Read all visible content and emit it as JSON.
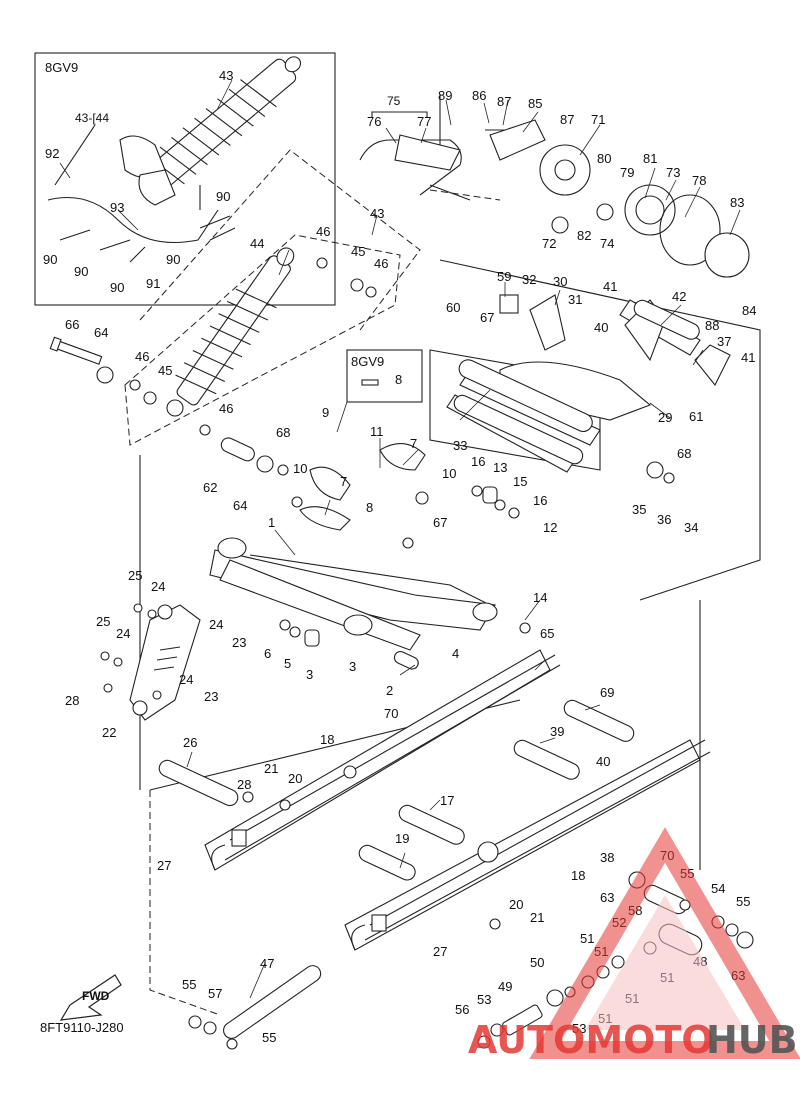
{
  "diagram": {
    "inset_code": "8GV9",
    "sub_code": "8GV9",
    "figure_ref": "8FT9110-J280",
    "fwd_label": "FWD",
    "bracket_label_75": "75",
    "label_43_44": "43-[44"
  },
  "watermark": {
    "part1": "AUTOMOTO",
    "part2": "HUB",
    "color_red": "#e53935",
    "color_gray": "#555555"
  },
  "callouts": [
    {
      "id": "c43a",
      "text": "43"
    },
    {
      "id": "c92",
      "text": "92"
    },
    {
      "id": "c93",
      "text": "93"
    },
    {
      "id": "c90a",
      "text": "90"
    },
    {
      "id": "c90b",
      "text": "90"
    },
    {
      "id": "c90c",
      "text": "90"
    },
    {
      "id": "c90d",
      "text": "90"
    },
    {
      "id": "c90e",
      "text": "90"
    },
    {
      "id": "c91",
      "text": "91"
    },
    {
      "id": "c76",
      "text": "76"
    },
    {
      "id": "c77",
      "text": "77"
    },
    {
      "id": "c89",
      "text": "89"
    },
    {
      "id": "c86",
      "text": "86"
    },
    {
      "id": "c87a",
      "text": "87"
    },
    {
      "id": "c85",
      "text": "85"
    },
    {
      "id": "c87b",
      "text": "87"
    },
    {
      "id": "c71",
      "text": "71"
    },
    {
      "id": "c80",
      "text": "80"
    },
    {
      "id": "c81",
      "text": "81"
    },
    {
      "id": "c79",
      "text": "79"
    },
    {
      "id": "c73",
      "text": "73"
    },
    {
      "id": "c78",
      "text": "78"
    },
    {
      "id": "c83",
      "text": "83"
    },
    {
      "id": "c72",
      "text": "72"
    },
    {
      "id": "c82",
      "text": "82"
    },
    {
      "id": "c74",
      "text": "74"
    },
    {
      "id": "c84",
      "text": "84"
    },
    {
      "id": "c88",
      "text": "88"
    },
    {
      "id": "c43b",
      "text": "43"
    },
    {
      "id": "c44",
      "text": "44"
    },
    {
      "id": "c46a",
      "text": "46"
    },
    {
      "id": "c45a",
      "text": "45"
    },
    {
      "id": "c46b",
      "text": "46"
    },
    {
      "id": "c59",
      "text": "59"
    },
    {
      "id": "c32",
      "text": "32"
    },
    {
      "id": "c30",
      "text": "30"
    },
    {
      "id": "c41a",
      "text": "41"
    },
    {
      "id": "c42",
      "text": "42"
    },
    {
      "id": "c31",
      "text": "31"
    },
    {
      "id": "c60",
      "text": "60"
    },
    {
      "id": "c67a",
      "text": "67"
    },
    {
      "id": "c40a",
      "text": "40"
    },
    {
      "id": "c37",
      "text": "37"
    },
    {
      "id": "c41b",
      "text": "41"
    },
    {
      "id": "c66",
      "text": "66"
    },
    {
      "id": "c64a",
      "text": "64"
    },
    {
      "id": "c46c",
      "text": "46"
    },
    {
      "id": "c45b",
      "text": "45"
    },
    {
      "id": "c8a",
      "text": "8"
    },
    {
      "id": "c46d",
      "text": "46"
    },
    {
      "id": "c9",
      "text": "9"
    },
    {
      "id": "c11",
      "text": "11"
    },
    {
      "id": "c7a",
      "text": "7"
    },
    {
      "id": "c68a",
      "text": "68"
    },
    {
      "id": "c33",
      "text": "33"
    },
    {
      "id": "c29",
      "text": "29"
    },
    {
      "id": "c61",
      "text": "61"
    },
    {
      "id": "c68b",
      "text": "68"
    },
    {
      "id": "c62",
      "text": "62"
    },
    {
      "id": "c64b",
      "text": "64"
    },
    {
      "id": "c10a",
      "text": "10"
    },
    {
      "id": "c10b",
      "text": "10"
    },
    {
      "id": "c16a",
      "text": "16"
    },
    {
      "id": "c13",
      "text": "13"
    },
    {
      "id": "c15",
      "text": "15"
    },
    {
      "id": "c16b",
      "text": "16"
    },
    {
      "id": "c35",
      "text": "35"
    },
    {
      "id": "c36",
      "text": "36"
    },
    {
      "id": "c34",
      "text": "34"
    },
    {
      "id": "c7b",
      "text": "7"
    },
    {
      "id": "c8b",
      "text": "8"
    },
    {
      "id": "c1",
      "text": "1"
    },
    {
      "id": "c67b",
      "text": "67"
    },
    {
      "id": "c12",
      "text": "12"
    },
    {
      "id": "c25a",
      "text": "25"
    },
    {
      "id": "c24a",
      "text": "24"
    },
    {
      "id": "c25b",
      "text": "25"
    },
    {
      "id": "c24b",
      "text": "24"
    },
    {
      "id": "c24c",
      "text": "24"
    },
    {
      "id": "c23a",
      "text": "23"
    },
    {
      "id": "c6",
      "text": "6"
    },
    {
      "id": "c5",
      "text": "5"
    },
    {
      "id": "c3a",
      "text": "3"
    },
    {
      "id": "c14",
      "text": "14"
    },
    {
      "id": "c65",
      "text": "65"
    },
    {
      "id": "c3b",
      "text": "3"
    },
    {
      "id": "c4",
      "text": "4"
    },
    {
      "id": "c2",
      "text": "2"
    },
    {
      "id": "c28a",
      "text": "28"
    },
    {
      "id": "c24d",
      "text": "24"
    },
    {
      "id": "c23b",
      "text": "23"
    },
    {
      "id": "c22",
      "text": "22"
    },
    {
      "id": "c70a",
      "text": "70"
    },
    {
      "id": "c69",
      "text": "69"
    },
    {
      "id": "c26",
      "text": "26"
    },
    {
      "id": "c18a",
      "text": "18"
    },
    {
      "id": "c39",
      "text": "39"
    },
    {
      "id": "c40b",
      "text": "40"
    },
    {
      "id": "c21a",
      "text": "21"
    },
    {
      "id": "c20a",
      "text": "20"
    },
    {
      "id": "c28b",
      "text": "28"
    },
    {
      "id": "c17",
      "text": "17"
    },
    {
      "id": "c27a",
      "text": "27"
    },
    {
      "id": "c19",
      "text": "19"
    },
    {
      "id": "c70b",
      "text": "70"
    },
    {
      "id": "c38",
      "text": "38"
    },
    {
      "id": "c55a",
      "text": "55"
    },
    {
      "id": "c63a",
      "text": "63"
    },
    {
      "id": "c18b",
      "text": "18"
    },
    {
      "id": "c54",
      "text": "54"
    },
    {
      "id": "c55b",
      "text": "55"
    },
    {
      "id": "c58",
      "text": "58"
    },
    {
      "id": "c52",
      "text": "52"
    },
    {
      "id": "c20b",
      "text": "20"
    },
    {
      "id": "c21b",
      "text": "21"
    },
    {
      "id": "c27b",
      "text": "27"
    },
    {
      "id": "c51a",
      "text": "51"
    },
    {
      "id": "c51b",
      "text": "51"
    },
    {
      "id": "c48",
      "text": "48"
    },
    {
      "id": "c63b",
      "text": "63"
    },
    {
      "id": "c47",
      "text": "47"
    },
    {
      "id": "c50",
      "text": "50"
    },
    {
      "id": "c51c",
      "text": "51"
    },
    {
      "id": "c51d",
      "text": "51"
    },
    {
      "id": "c55c",
      "text": "55"
    },
    {
      "id": "c57",
      "text": "57"
    },
    {
      "id": "c49",
      "text": "49"
    },
    {
      "id": "c53a",
      "text": "53"
    },
    {
      "id": "c56",
      "text": "56"
    },
    {
      "id": "c53b",
      "text": "53"
    },
    {
      "id": "c51e",
      "text": "51"
    },
    {
      "id": "c55d",
      "text": "55"
    }
  ]
}
